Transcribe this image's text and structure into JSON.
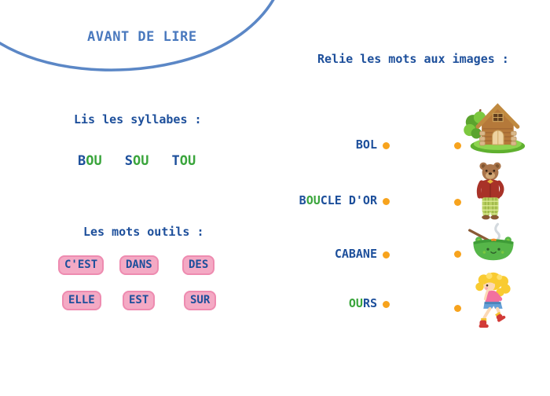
{
  "title": "AVANT DE LIRE",
  "colors": {
    "heading_blue": "#1d4f9b",
    "title_blue": "#4a79be",
    "curve_blue": "#5b87c6",
    "letter_green": "#3aa53c",
    "dot_orange": "#f7a31d",
    "badge_pink": "#f4a9c4",
    "badge_pink_border": "#ee8bb0"
  },
  "sections": {
    "syllables": {
      "heading": "Lis les syllabes :",
      "items": [
        {
          "parts": [
            {
              "text": "B",
              "color": "blue"
            },
            {
              "text": "OU",
              "color": "green"
            }
          ]
        },
        {
          "parts": [
            {
              "text": "S",
              "color": "blue"
            },
            {
              "text": "OU",
              "color": "green"
            }
          ]
        },
        {
          "parts": [
            {
              "text": "T",
              "color": "blue"
            },
            {
              "text": "OU",
              "color": "green"
            }
          ]
        }
      ]
    },
    "tool_words": {
      "heading": "Les mots outils :",
      "row1": [
        "C'EST",
        "DANS",
        "DES"
      ],
      "row2": [
        "ELLE",
        "EST",
        "SUR"
      ]
    },
    "matching": {
      "heading": "Relie les mots aux images :",
      "words": [
        {
          "parts": [
            {
              "text": "BOL",
              "color": "blue"
            }
          ]
        },
        {
          "parts": [
            {
              "text": "B",
              "color": "blue"
            },
            {
              "text": "OU",
              "color": "green"
            },
            {
              "text": "CLE D'OR",
              "color": "blue"
            }
          ]
        },
        {
          "parts": [
            {
              "text": "CABANE",
              "color": "blue"
            }
          ]
        },
        {
          "parts": [
            {
              "text": "OU",
              "color": "green"
            },
            {
              "text": "RS",
              "color": "blue"
            }
          ]
        }
      ],
      "images": [
        {
          "id": "cabane",
          "label": "wooden cabin with tree on grass"
        },
        {
          "id": "ours",
          "label": "bear in red cardigan and plaid trousers"
        },
        {
          "id": "bol",
          "label": "green steaming bowl with wooden spoon"
        },
        {
          "id": "boucle-dor",
          "label": "girl with golden curls tiptoeing"
        }
      ]
    }
  }
}
